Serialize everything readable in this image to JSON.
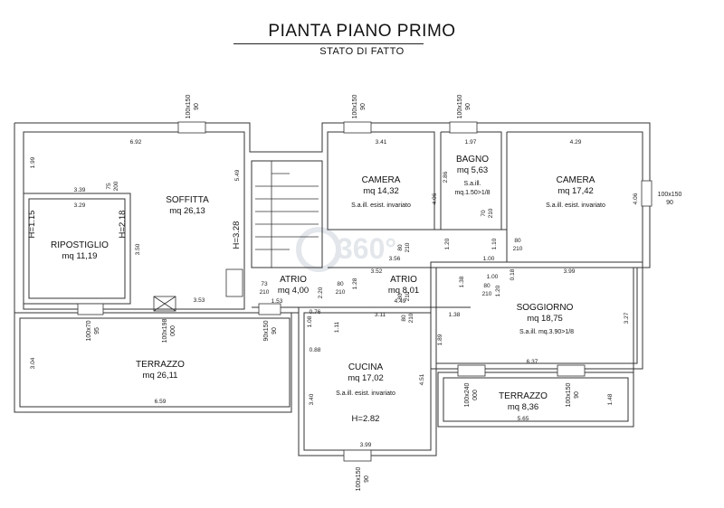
{
  "title": "PIANTA PIANO PRIMO",
  "subtitle": "STATO DI FATTO",
  "watermark": "360°",
  "rooms": [
    {
      "name": "CAMERA",
      "area": "mq 14,32",
      "note": "S.a.ill. esist. invariato"
    },
    {
      "name": "BAGNO",
      "area": "mq 5,63",
      "note": "S.a.ill.",
      "note2": "mq.1.50>1/8"
    },
    {
      "name": "CAMERA",
      "area": "mq 17,42",
      "note": "S.a.ill. esist. invariato"
    },
    {
      "name": "SOFFITTA",
      "area": "mq 26,13"
    },
    {
      "name": "RIPOSTIGLIO",
      "area": "mq 11,19"
    },
    {
      "name": "ATRIO",
      "area": "mq 4,00"
    },
    {
      "name": "ATRIO",
      "area": "mq 8,01"
    },
    {
      "name": "SOGGIORNO",
      "area": "mq 18,75",
      "note": "S.a.ill. mq.3.90>1/8"
    },
    {
      "name": "TERRAZZO",
      "area": "mq 26,11"
    },
    {
      "name": "CUCINA",
      "area": "mq 17,02",
      "note": "S.a.ill. esist. invariato",
      "height": "H=2.82"
    },
    {
      "name": "TERRAZZO",
      "area": "mq 8,36"
    }
  ],
  "heights": {
    "soffitta": "H=3.28",
    "ripostiglio_left": "H=1.15",
    "ripostiglio_right": "H=2.18"
  },
  "dimensions": {
    "d692": "6.92",
    "d199": "1.99",
    "d549": "5.49",
    "d339": "3.39",
    "d75": "75",
    "d200": "200",
    "d329": "3.29",
    "d350": "3.50",
    "d353": "3.53",
    "d341": "3.41",
    "d406a": "4.06",
    "d197": "1.97",
    "d286": "2.86",
    "d70": "70",
    "d210a": "210",
    "d429": "4.29",
    "d406b": "4.06",
    "d120a": "1.20",
    "d356": "3.56",
    "d80a": "80",
    "d210b": "210",
    "d110": "1.10",
    "d80b": "80",
    "d210c": "210",
    "d100a": "1.00",
    "d352": "3.52",
    "d128": "1.28",
    "d138a": "1.38",
    "d100b": "1.00",
    "d018": "0.18",
    "d80c": "80",
    "d210d": "210",
    "d120b": "1.20",
    "d449": "4.49",
    "d399a": "3.99",
    "d73": "73",
    "d210e": "210",
    "d80d": "80",
    "d210f": "210",
    "d80e": "80",
    "d210g": "210",
    "d153": "1.53",
    "d220": "2.20",
    "d076": "0.76",
    "d108": "1.08",
    "d111": "1.11",
    "d311": "3.11",
    "d80f": "80",
    "d210h": "210",
    "d138b": "1.38",
    "d327": "3.27",
    "d189": "1.89",
    "d637": "6.37",
    "d088": "0.88",
    "d304": "3.04",
    "d659": "6.59",
    "d340": "3.40",
    "d451": "4.51",
    "d148": "1.48",
    "d565": "5.65",
    "d399b": "3.99"
  },
  "windows": {
    "w1": "100x150",
    "w1b": "90",
    "w2": "100x150",
    "w2b": "90",
    "w3": "100x150",
    "w3b": "90",
    "w4": "100x150",
    "w4b": "90",
    "w5": "100x70",
    "w5b": "95",
    "w6": "100x198",
    "w6b": "000",
    "w7": "90x150",
    "w7b": "90",
    "w8": "100x240",
    "w8b": "000",
    "w9": "100x150",
    "w9b": "90",
    "w10": "100x150",
    "w10b": "90"
  }
}
